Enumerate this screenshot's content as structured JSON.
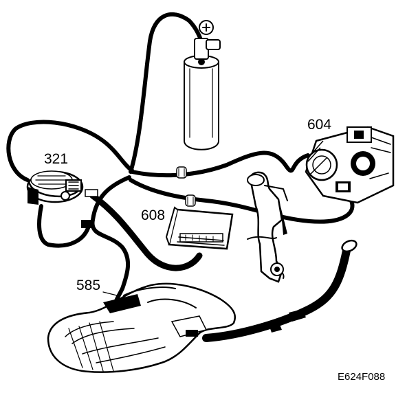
{
  "labels": {
    "callout_604": "604",
    "callout_321": "321",
    "callout_608": "608",
    "callout_585": "585",
    "figure_code": "E624F088"
  },
  "colors": {
    "ink": "#000000",
    "paper": "#ffffff"
  }
}
